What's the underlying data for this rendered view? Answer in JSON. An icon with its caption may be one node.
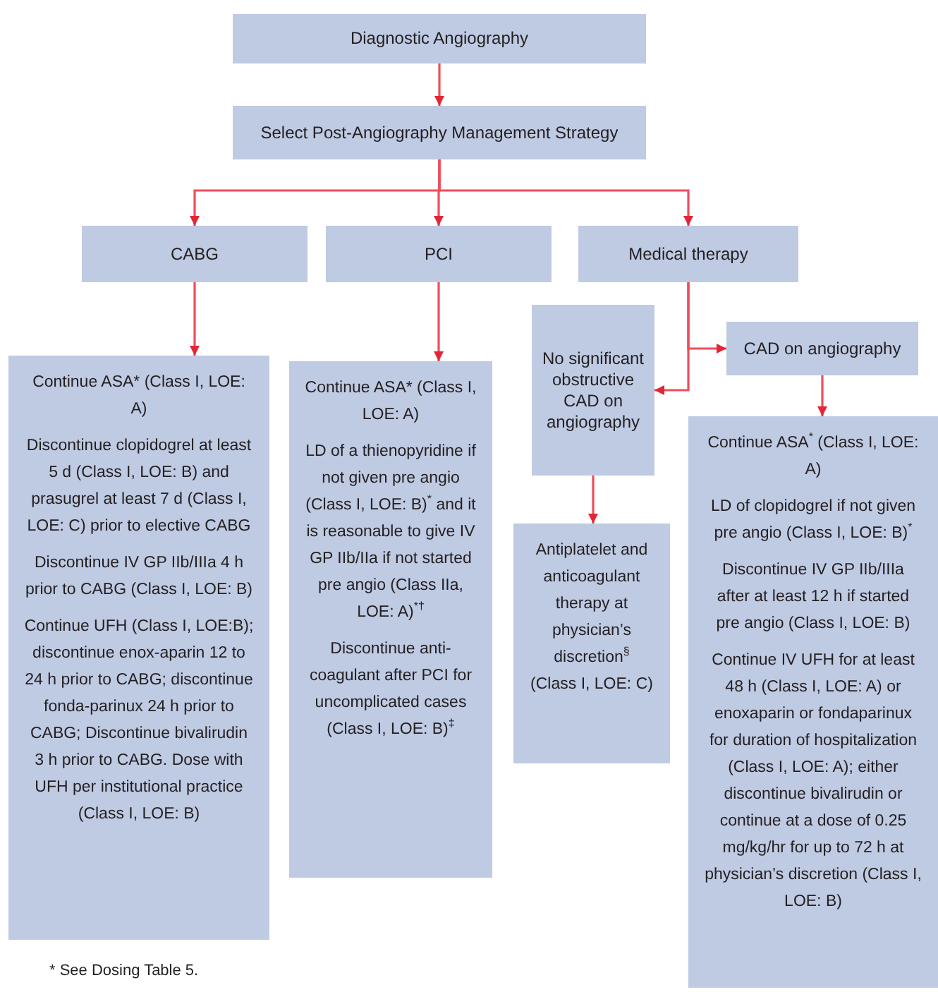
{
  "diagram": {
    "nodes": [
      {
        "text": [
          "Diagnostic Angiography"
        ]
      },
      {
        "text": [
          "Select Post-Angiography Management Strategy"
        ]
      },
      {
        "text": [
          "CABG"
        ]
      },
      {
        "text": [
          "PCI"
        ]
      },
      {
        "text": [
          "Medical therapy"
        ]
      },
      {
        "text": [
          "No significant obstructive CAD on angiography"
        ]
      },
      {
        "text": [
          "CAD on angiography"
        ]
      },
      {
        "text": [
          "Continue ASA* (Class I, LOE: A)",
          "Discontinue clopidogrel at least 5 d (Class I, LOE: B) and prasugrel at least 7 d (Class I, LOE: C) prior to elective CABG",
          "Discontinue IV GP IIb/IIIa 4 h prior to CABG (Class I, LOE: B)",
          "Continue UFH (Class I, LOE:B); discontinue enox-aparin 12 to 24 h prior to CABG; discontinue fonda-parinux 24 h prior to CABG; Discontinue bivalirudin 3 h prior to CABG. Dose with UFH per institutional practice (Class I, LOE: B)"
        ]
      },
      {
        "text": [
          "Continue ASA* (Class I, LOE: A)",
          "LD of a thienopyridine if not given pre angio (Class I, LOE: B)$^{*}$ and it is reasonable to give IV GP IIb/IIa if not started pre angio (Class IIa, LOE: A)$^{*†}$",
          "Discontinue anti-coagulant after PCI for uncomplicated cases (Class I, LOE: B)$^{‡}$"
        ]
      },
      {
        "text": [
          "Antiplatelet and anticoagulant therapy at physician’s discretion$^{§}$ (Class I, LOE: C)"
        ]
      },
      {
        "text": [
          "Continue ASA$^{*}$ (Class I, LOE: A)",
          "LD of clopidogrel if not given pre angio (Class I, LOE: B)$^{*}$",
          "Discontinue IV GP IIb/IIIa after at least 12 h if started pre angio (Class I, LOE: B)",
          "Continue IV UFH for at least 48 h (Class I, LOE: A) or enoxaparin or fondaparinux for duration of hospitalization (Class I, LOE: A); either discontinue bivalirudin or continue at a dose of 0.25 mg/kg/hr for up to 72 h at physician’s discretion (Class I, LOE: B)"
        ]
      }
    ],
    "edges": [
      {
        "from": 0,
        "to": 1,
        "arrow": "to"
      },
      {
        "from": 1,
        "to": 2,
        "arrow": "to"
      },
      {
        "from": 1,
        "to": 3,
        "arrow": "to"
      },
      {
        "from": 1,
        "to": 4,
        "arrow": "to"
      },
      {
        "from": 2,
        "to": 7,
        "arrow": "to"
      },
      {
        "from": 3,
        "to": 8,
        "arrow": "to"
      },
      {
        "from": 4,
        "to": 5,
        "arrow": "to"
      },
      {
        "from": 4,
        "to": 6,
        "arrow": "to"
      },
      {
        "from": 5,
        "to": 9,
        "arrow": "to"
      },
      {
        "from": 6,
        "to": 10,
        "arrow": "to"
      }
    ],
    "labels": [
      "* See Dosing Table 5."
    ]
  }
}
